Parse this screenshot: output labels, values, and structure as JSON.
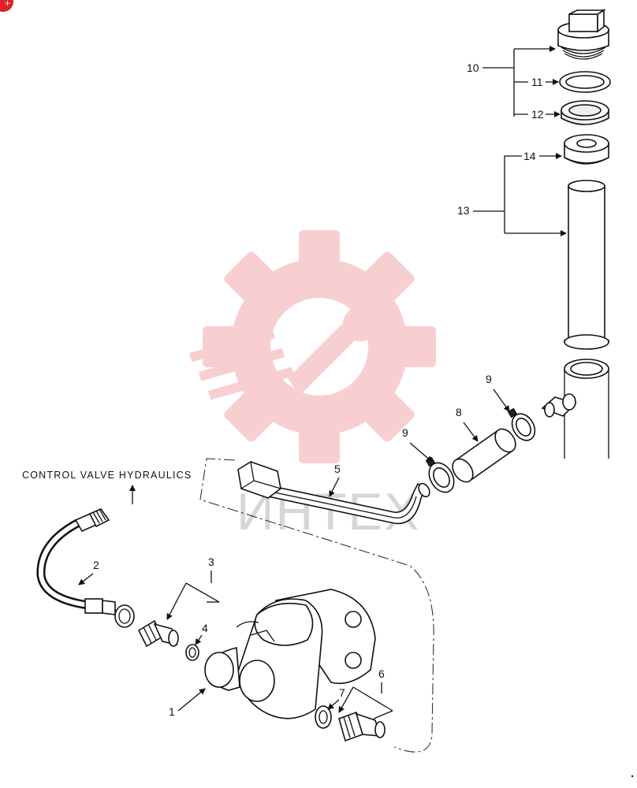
{
  "title": "CONTROL VALVE HYDRAULICS",
  "watermark": {
    "text": "ИНТЕХ",
    "color": "#f4a9ad"
  },
  "badge": {
    "color": "#e0202a",
    "glyph": "+"
  },
  "callouts": {
    "c1": "1",
    "c2": "2",
    "c3": "3",
    "c4": "4",
    "c5": "5",
    "c6": "6",
    "c7": "7",
    "c8": "8",
    "c9a": "9",
    "c9b": "9",
    "c10": "10",
    "c11": "11",
    "c12": "12",
    "c13": "13",
    "c14": "14"
  }
}
